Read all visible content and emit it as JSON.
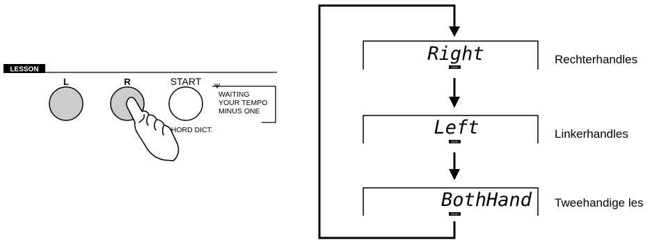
{
  "panel": {
    "lesson_label": "LESSON",
    "buttons": [
      {
        "label": "L"
      },
      {
        "label": "R"
      },
      {
        "label": "START"
      }
    ],
    "start_sublabel": "CHORD DICT.",
    "mode_list": [
      "WAITING",
      "YOUR TEMPO",
      "MINUS ONE"
    ]
  },
  "flow": {
    "steps": [
      {
        "display": "Right",
        "badge": "SONG",
        "caption": "Rechterhandles"
      },
      {
        "display": "Left",
        "badge": "SONG",
        "caption": "Linkerhandles"
      },
      {
        "display": "BothHand",
        "badge": "SONG",
        "caption": "Tweehandige les"
      }
    ]
  }
}
